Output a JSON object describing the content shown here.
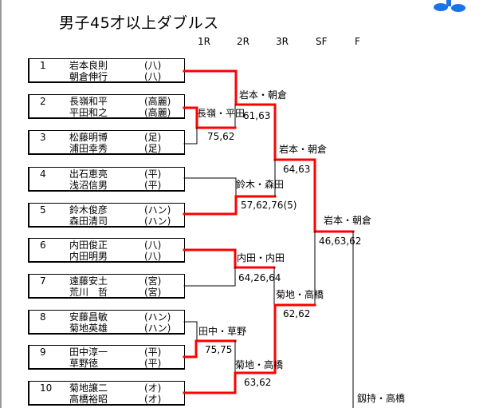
{
  "title": "男子45才以上ダブルス",
  "rounds": [
    "1R",
    "2R",
    "3R",
    "SF",
    "F"
  ],
  "colors": {
    "winner_line": "#ff0000",
    "line": "#000000",
    "logo": "#1a73e8"
  },
  "entries": [
    {
      "seed": "1",
      "p1": "岩本良則",
      "a1": "(八)",
      "p2": "朝倉伸行",
      "a2": "(八)"
    },
    {
      "seed": "2",
      "p1": "長嶺和平",
      "a1": "(高麗)",
      "p2": "平田和之",
      "a2": "(高麗)"
    },
    {
      "seed": "3",
      "p1": "松藤明博",
      "a1": "(足)",
      "p2": "浦田幸秀",
      "a2": "(足)"
    },
    {
      "seed": "4",
      "p1": "出石恵亮",
      "a1": "(平)",
      "p2": "浅沼信男",
      "a2": "(平)"
    },
    {
      "seed": "5",
      "p1": "鈴木俊彦",
      "a1": "(ハン)",
      "p2": "森田清司",
      "a2": "(ハン)"
    },
    {
      "seed": "6",
      "p1": "内田俊正",
      "a1": "(八)",
      "p2": "内田明男",
      "a2": "(八)"
    },
    {
      "seed": "7",
      "p1": "遠藤安土",
      "a1": "(宮)",
      "p2": "荒川　哲",
      "a2": "(宮)"
    },
    {
      "seed": "8",
      "p1": "安藤昌敏",
      "a1": "(ハン)",
      "p2": "菊地英雄",
      "a2": "(ハン)"
    },
    {
      "seed": "9",
      "p1": "田中淳一",
      "a1": "(平)",
      "p2": "草野徳",
      "a2": "(平)"
    },
    {
      "seed": "10",
      "p1": "菊地譲二",
      "a1": "(オ)",
      "p2": "高橋裕昭",
      "a2": "(オ)"
    }
  ],
  "results": [
    {
      "winner": "長嶺・平田",
      "score": "75,62"
    },
    {
      "winner": "岩本・朝倉",
      "score": "61,63"
    },
    {
      "winner": "鈴木・森田",
      "score": "57,62,76(5)"
    },
    {
      "winner": "岩本・朝倉",
      "score": "64,63"
    },
    {
      "winner": "内田・内田",
      "score": "64,26,64"
    },
    {
      "winner": "田中・草野",
      "score": "75,75"
    },
    {
      "winner": "菊地・高橋",
      "score": "63,62"
    },
    {
      "winner": "菊地・高橋",
      "score": "62,62"
    },
    {
      "winner": "岩本・朝倉",
      "score": "46,63,62"
    },
    {
      "winner": "釼持・高橋"
    }
  ]
}
